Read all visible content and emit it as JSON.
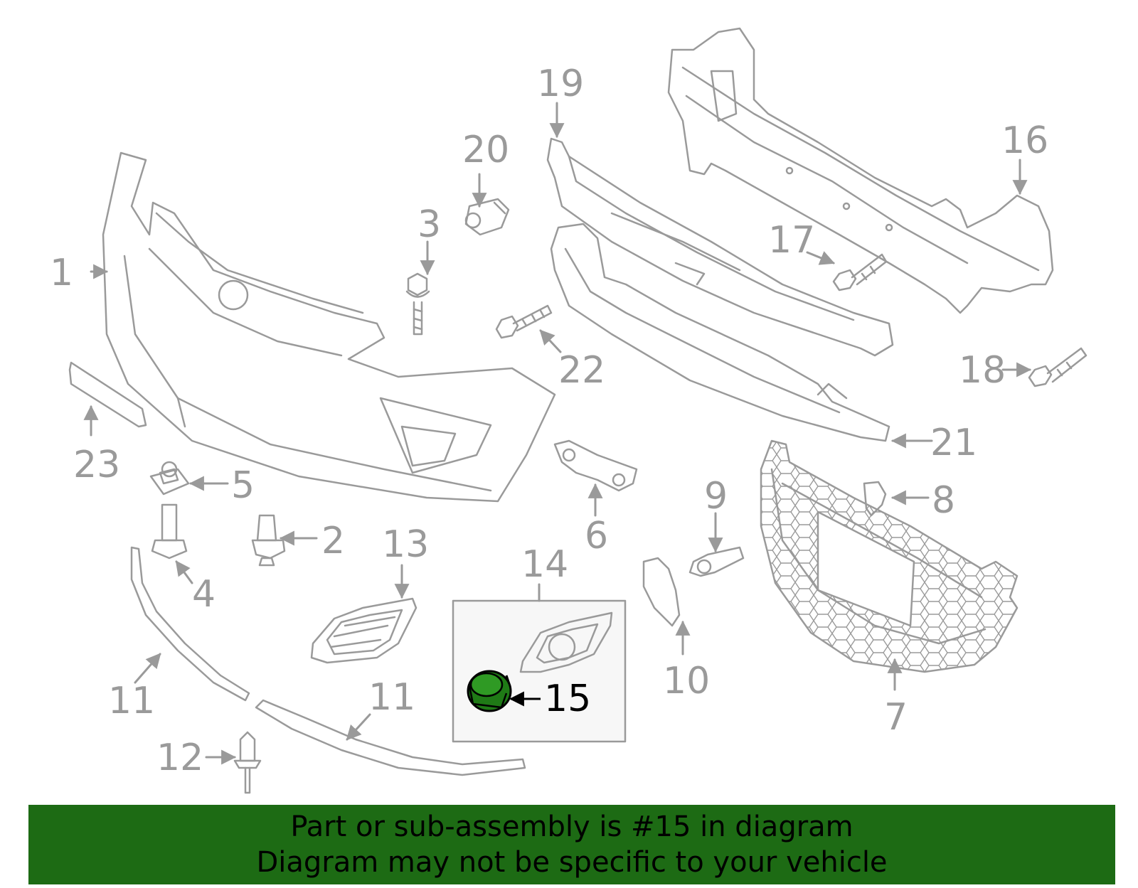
{
  "callouts": [
    {
      "id": "1",
      "text": "1"
    },
    {
      "id": "2",
      "text": "2"
    },
    {
      "id": "3",
      "text": "3"
    },
    {
      "id": "4",
      "text": "4"
    },
    {
      "id": "5",
      "text": "5"
    },
    {
      "id": "6",
      "text": "6"
    },
    {
      "id": "7",
      "text": "7"
    },
    {
      "id": "8",
      "text": "8"
    },
    {
      "id": "9",
      "text": "9"
    },
    {
      "id": "10",
      "text": "10"
    },
    {
      "id": "11a",
      "text": "11"
    },
    {
      "id": "11b",
      "text": "11"
    },
    {
      "id": "12",
      "text": "12"
    },
    {
      "id": "13",
      "text": "13"
    },
    {
      "id": "14",
      "text": "14"
    },
    {
      "id": "15",
      "text": "15"
    },
    {
      "id": "16",
      "text": "16"
    },
    {
      "id": "17",
      "text": "17"
    },
    {
      "id": "18",
      "text": "18"
    },
    {
      "id": "19",
      "text": "19"
    },
    {
      "id": "20",
      "text": "20"
    },
    {
      "id": "21",
      "text": "21"
    },
    {
      "id": "22",
      "text": "22"
    },
    {
      "id": "23",
      "text": "23"
    }
  ],
  "highlighted_part": "15",
  "banner": {
    "line1": "Part or sub-assembly is #15 in diagram",
    "line2": "Diagram may not be specific to your vehicle"
  },
  "colors": {
    "line": "#9a9a9a",
    "highlight_fill": "#1f7a16",
    "highlight_label": "#000000",
    "banner_bg": "#1d6b14",
    "box_bg": "#f7f7f7"
  }
}
